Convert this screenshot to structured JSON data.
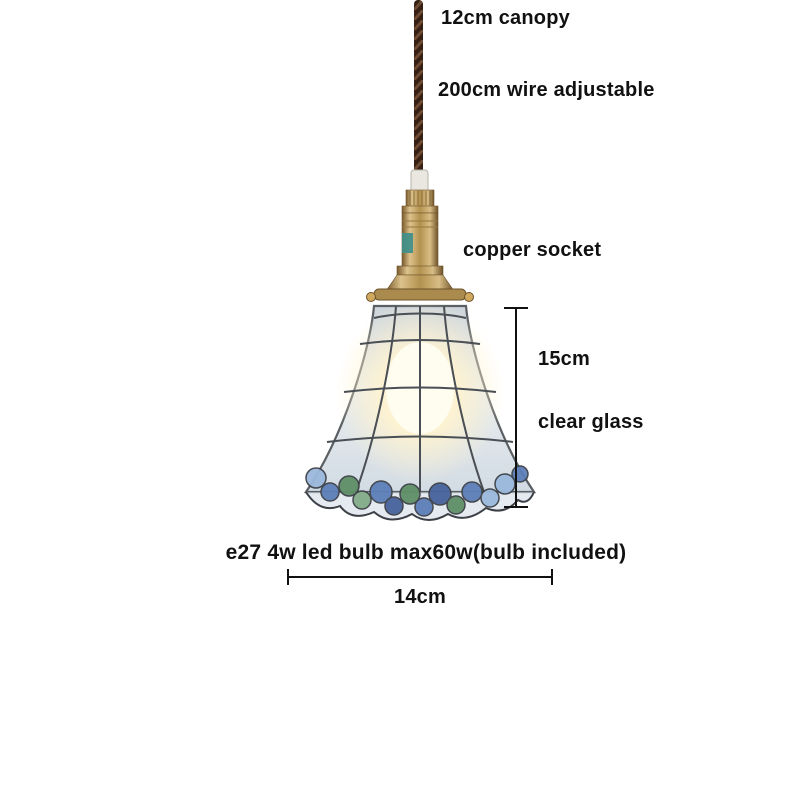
{
  "product": {
    "annotations": {
      "canopy": "12cm canopy",
      "wire": "200cm wire adjustable",
      "socket": "copper socket",
      "shade_height": "15cm",
      "glass": "clear glass",
      "bulb": "e27 4w led bulb max60w(bulb included)",
      "shade_width": "14cm"
    },
    "colors": {
      "wire_brown": "#3a2214",
      "wire_stripe": "#6d4a31",
      "brass": "#c3a163",
      "brass_dark": "#8a6a38",
      "glass_tint": "#dde4e9",
      "leading": "#4a4f55",
      "flower_blue": "#5d7fb9",
      "flower_light_blue": "#9bb8dc",
      "flower_deep_blue": "#46639c",
      "flower_green": "#5f8f66",
      "flower_light_green": "#83ab88",
      "glow": "#fff6d8",
      "measure_line": "#111111",
      "text": "#111111"
    }
  }
}
